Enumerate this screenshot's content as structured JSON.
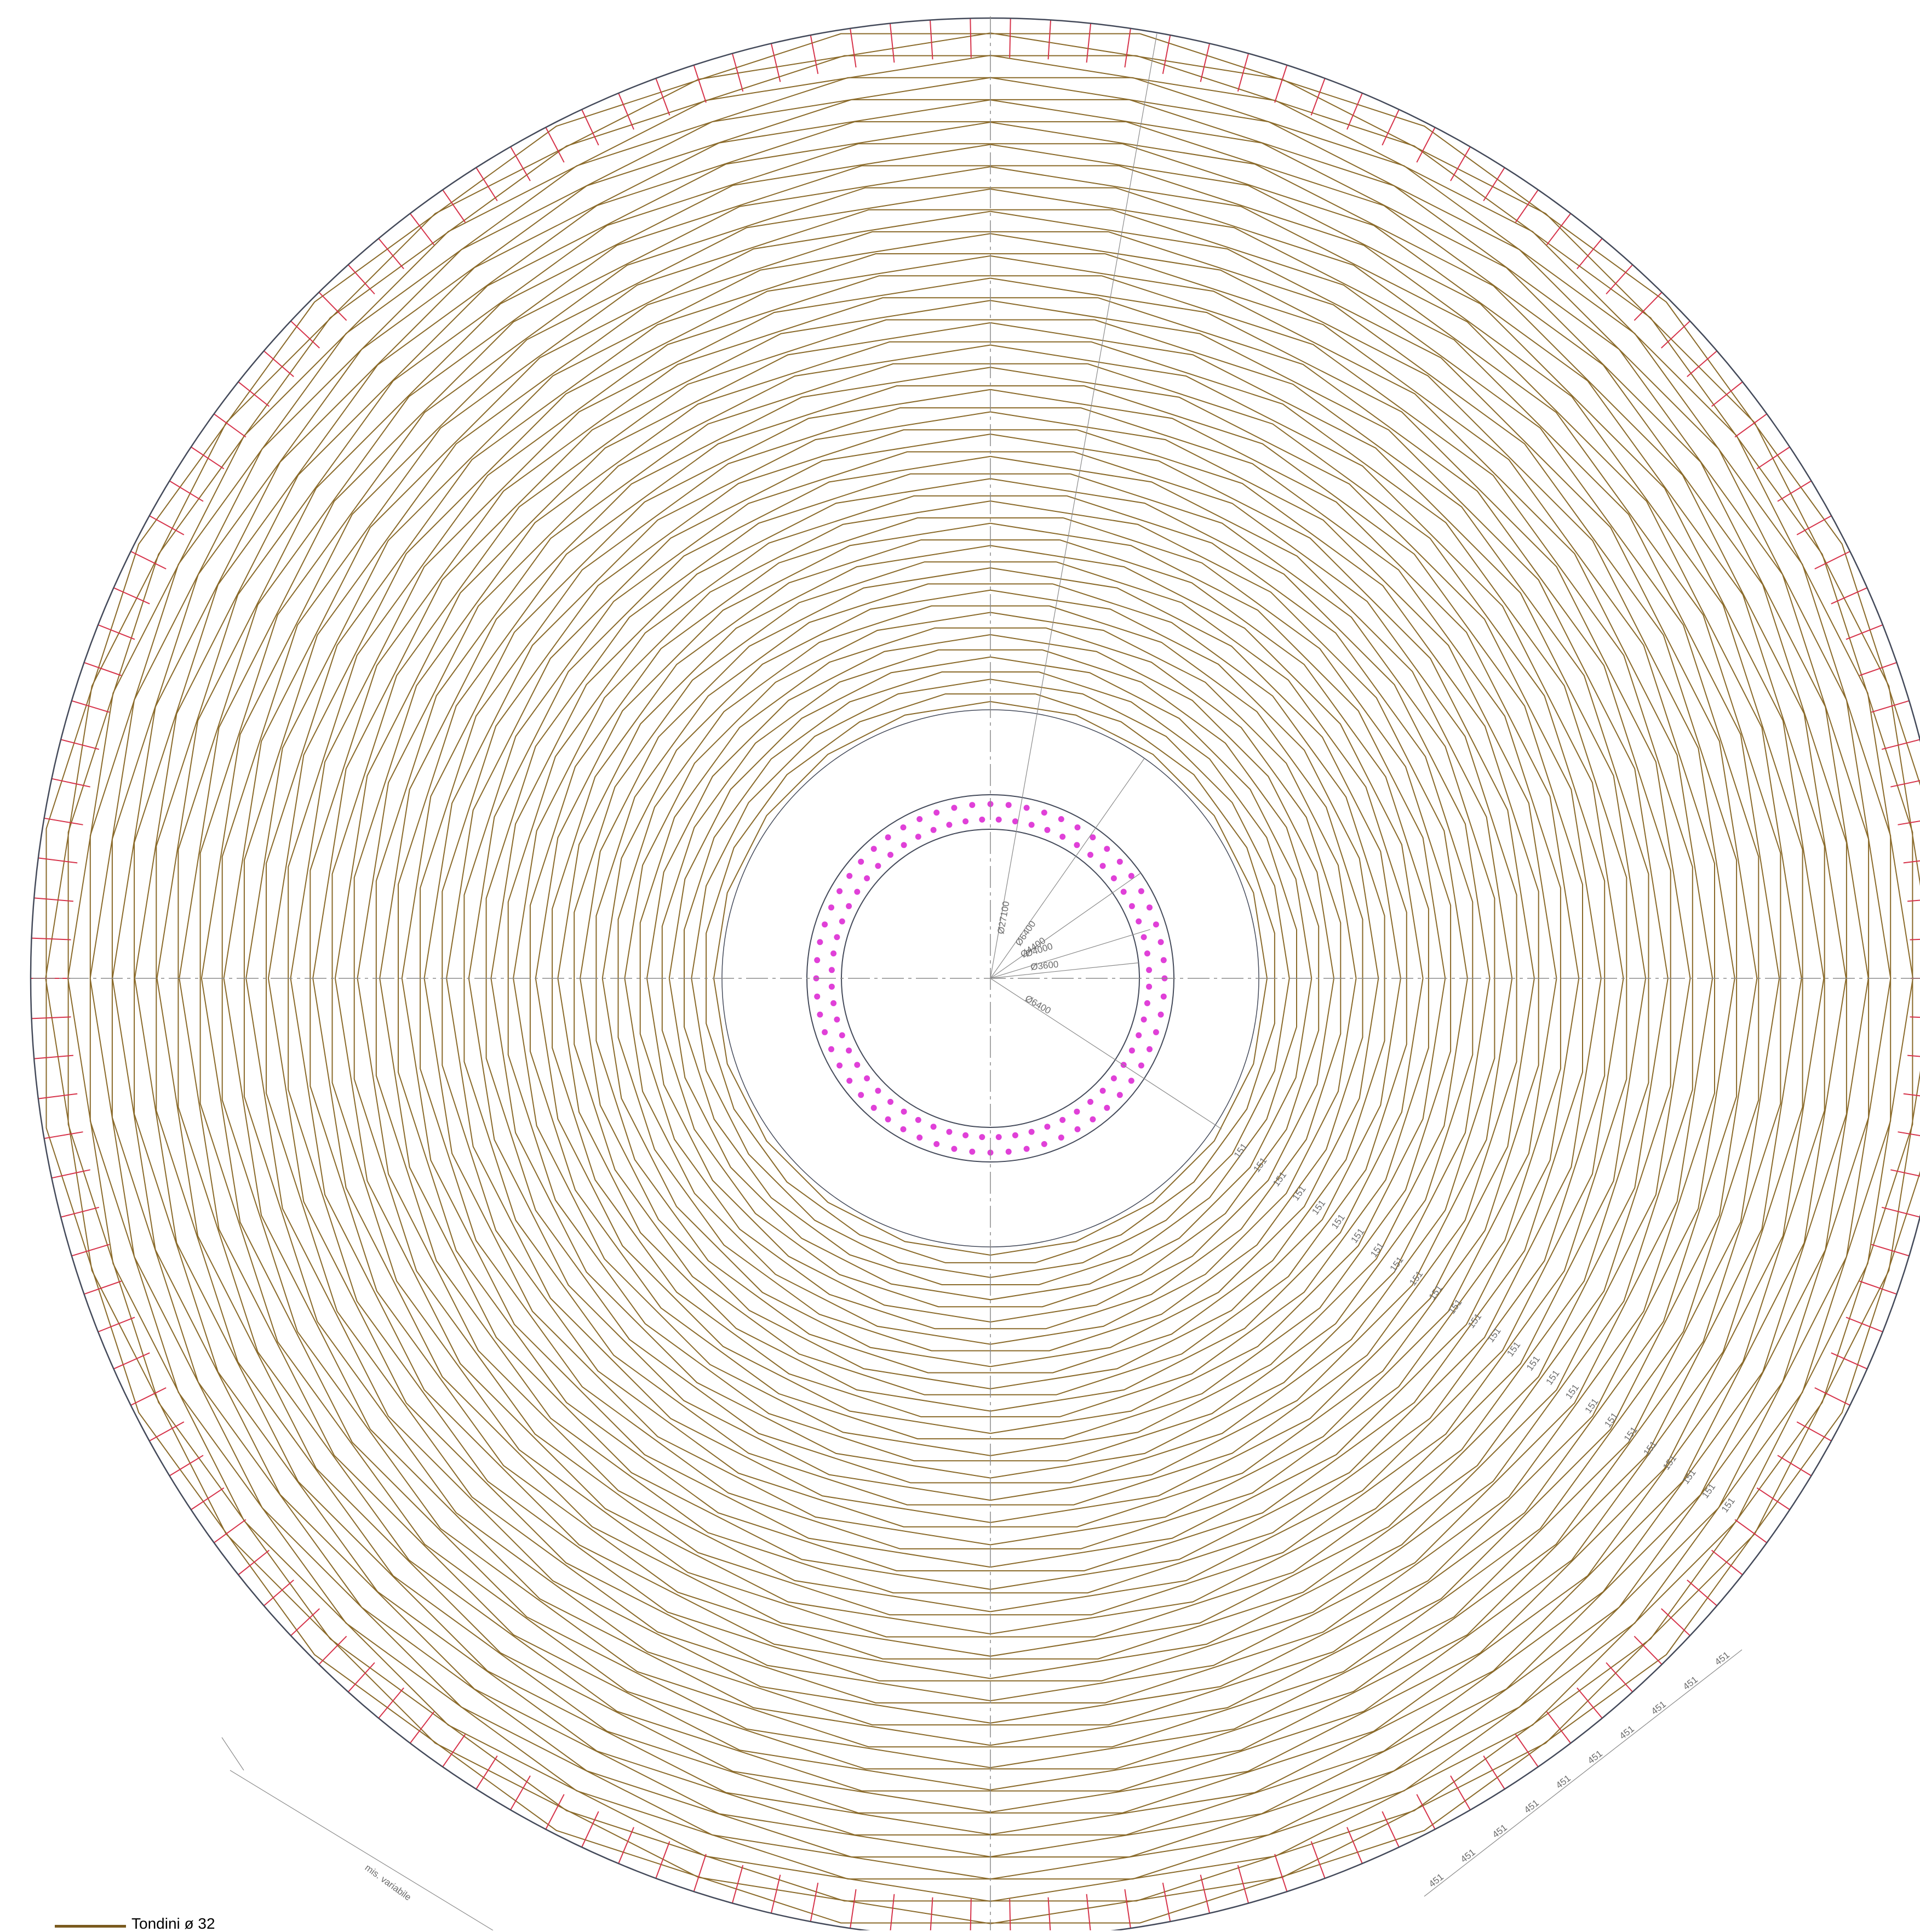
{
  "legend": {
    "label": "Tondini ø 32"
  },
  "diameters": [
    "Ø27100",
    "Ø6400",
    "Ø4400",
    "Ø4000",
    "Ø3600"
  ],
  "inner_label": "Ø6400",
  "spacing_label": "151",
  "outer_spacing_label": "451",
  "variable_label": "mis. variabile",
  "colors": {
    "rebar": "#8a6a2a",
    "stirrup": "#d6334a",
    "bolt": "#e040d8",
    "outline": "#444a5a",
    "dimension": "#8a8a8a"
  }
}
